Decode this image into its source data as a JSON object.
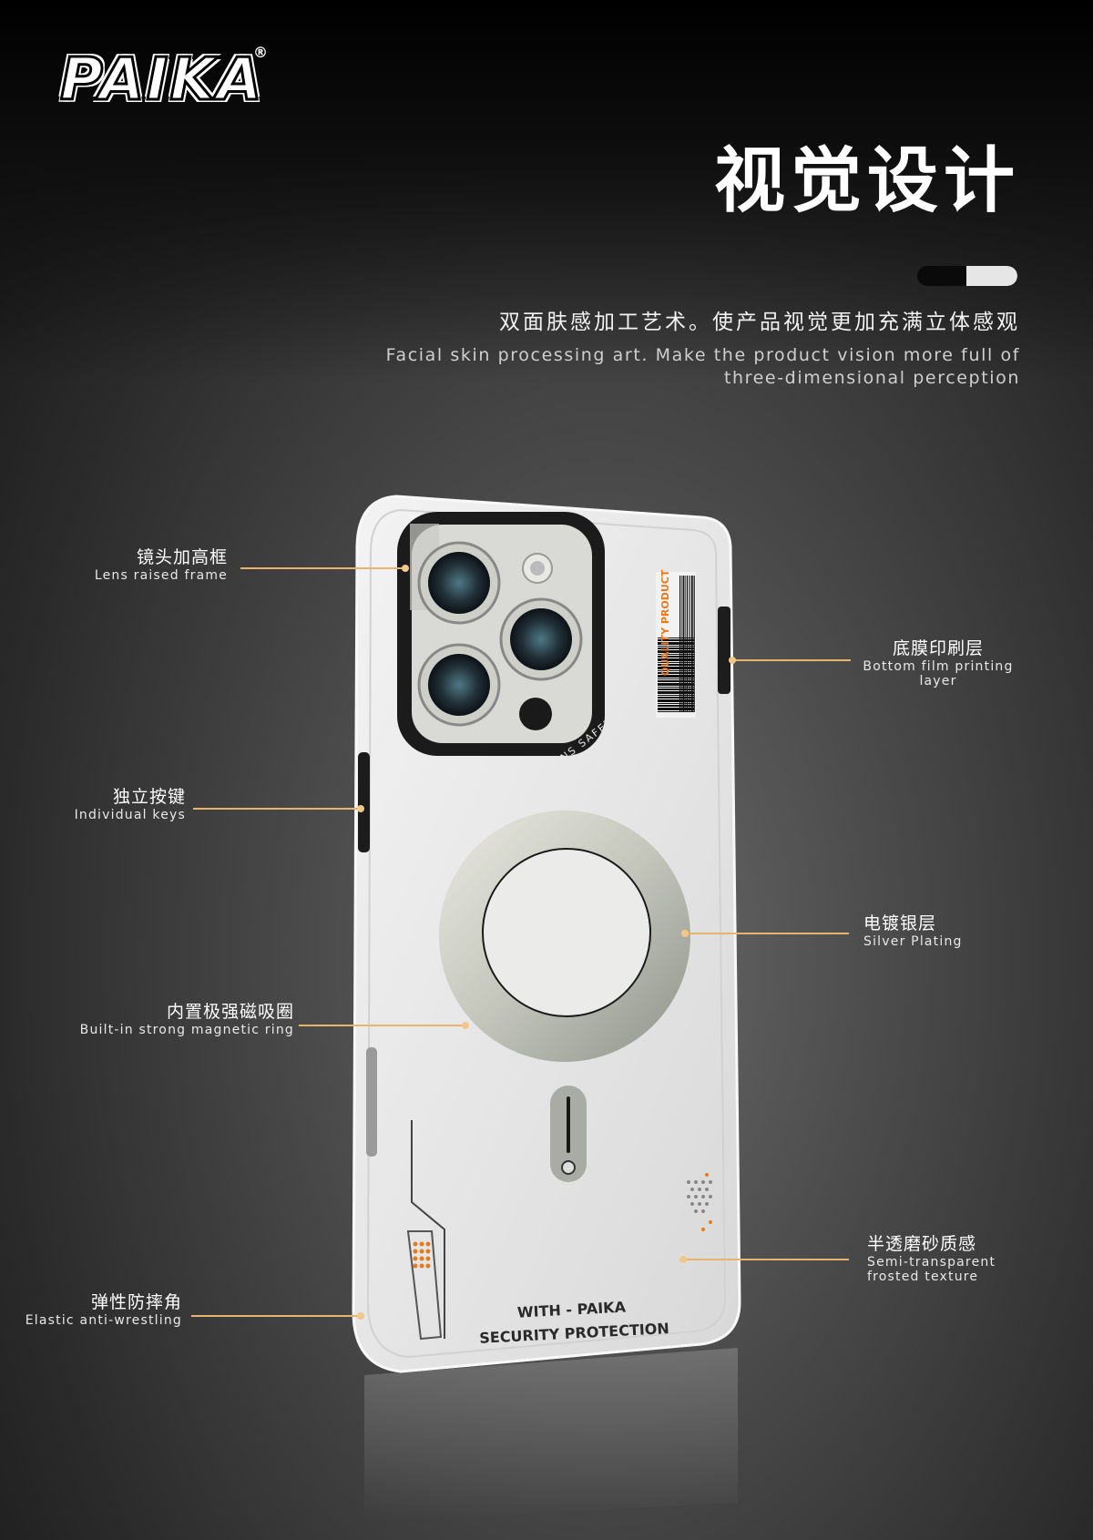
{
  "brand": {
    "name": "PAIKA",
    "registered": "®"
  },
  "header": {
    "title": "视觉设计",
    "subtitle_cn": "双面肤感加工艺术。使产品视觉更加充满立体感观",
    "subtitle_en": "Facial skin processing art. Make the product vision more full of three-dimensional perception"
  },
  "phone": {
    "lens_label": "LENS SAFETY",
    "quality_label": "QUALITY PRODUCT",
    "footer_line1": "WITH - PAIKA",
    "footer_line2": "SECURITY PROTECTION"
  },
  "callouts": {
    "lens_frame": {
      "cn": "镜头加高框",
      "en": "Lens raised frame"
    },
    "keys": {
      "cn": "独立按键",
      "en": "Individual keys"
    },
    "magnetic": {
      "cn": "内置极强磁吸圈",
      "en": "Built-in strong magnetic ring"
    },
    "corner": {
      "cn": "弹性防摔角",
      "en": "Elastic anti-wrestling"
    },
    "print": {
      "cn": "底膜印刷层",
      "en1": "Bottom film printing",
      "en2": "layer"
    },
    "plating": {
      "cn": "电镀银层",
      "en": "Silver Plating"
    },
    "frosted": {
      "cn": "半透磨砂质感",
      "en1": "Semi-transparent",
      "en2": "frosted texture"
    }
  },
  "colors": {
    "accent_line": "#e8b36a",
    "orange_print": "#e87a1e"
  }
}
